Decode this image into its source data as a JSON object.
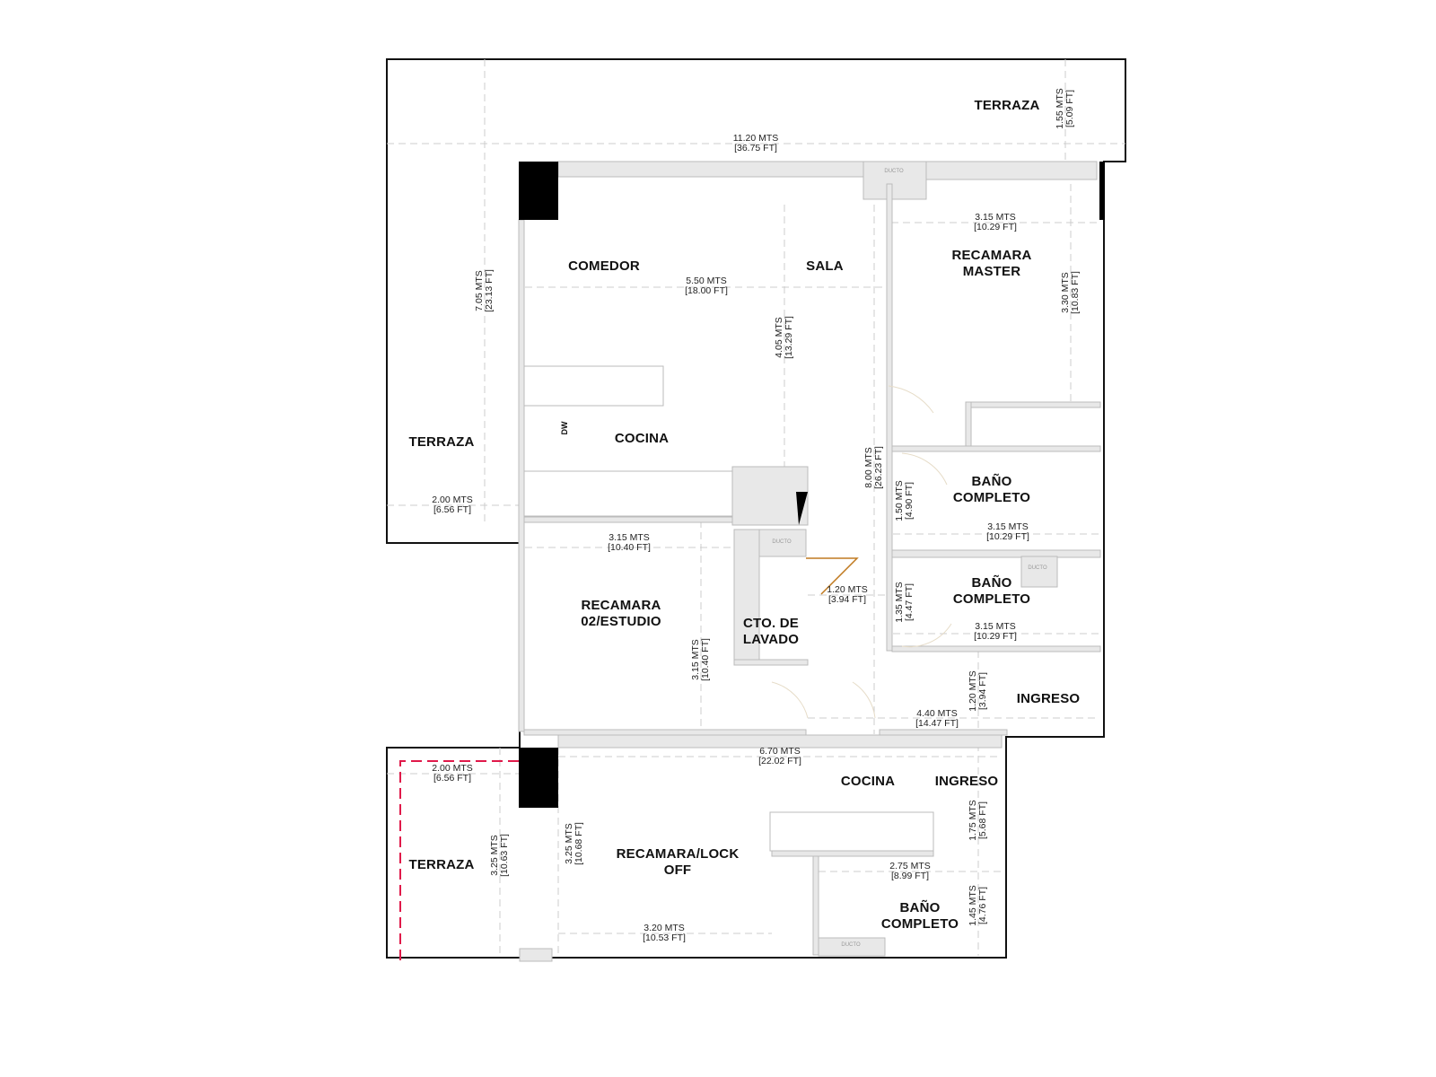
{
  "rooms": {
    "terraza_top": "TERRAZA",
    "comedor": "COMEDOR",
    "sala": "SALA",
    "recamara_master_1": "RECAMARA",
    "recamara_master_2": "MASTER",
    "cocina": "COCINA",
    "terraza_left": "TERRAZA",
    "bano1_1": "BAÑO",
    "bano1_2": "COMPLETO",
    "recamara02_1": "RECAMARA",
    "recamara02_2": "02/ESTUDIO",
    "lavado_1": "CTO. DE",
    "lavado_2": "LAVADO",
    "bano2_1": "BAÑO",
    "bano2_2": "COMPLETO",
    "ingreso": "INGRESO",
    "cocina_lockoff": "COCINA",
    "ingreso_lockoff": "INGRESO",
    "terraza_lockoff": "TERRAZA",
    "lockoff_1": "RECAMARA/LOCK",
    "lockoff_2": "OFF",
    "bano3_1": "BAÑO",
    "bano3_2": "COMPLETO",
    "dw": "DW",
    "ducto": "DUCTO"
  },
  "dimensions": [
    {
      "m": "11.20 MTS",
      "ft": "[36.75 FT]"
    },
    {
      "m": "3.15 MTS",
      "ft": "[10.29 FT]"
    },
    {
      "m": "5.50 MTS",
      "ft": "[18.00 FT]"
    },
    {
      "m": "2.00 MTS",
      "ft": "[6.56 FT]"
    },
    {
      "m": "3.15 MTS",
      "ft": "[10.29 FT]"
    },
    {
      "m": "3.15 MTS",
      "ft": "[10.40 FT]"
    },
    {
      "m": "1.20 MTS",
      "ft": "[3.94 FT]"
    },
    {
      "m": "3.15 MTS",
      "ft": "[10.29 FT]"
    },
    {
      "m": "4.40 MTS",
      "ft": "[14.47 FT]"
    },
    {
      "m": "6.70 MTS",
      "ft": "[22.02 FT]"
    },
    {
      "m": "2.00 MTS",
      "ft": "[6.56 FT]"
    },
    {
      "m": "2.75 MTS",
      "ft": "[8.99 FT]"
    },
    {
      "m": "3.20 MTS",
      "ft": "[10.53 FT]"
    },
    {
      "m": "1.55 MTS",
      "ft": "[5.09 FT]"
    },
    {
      "m": "7.05 MTS",
      "ft": "[23.13 FT]"
    },
    {
      "m": "3.30 MTS",
      "ft": "[10.83 FT]"
    },
    {
      "m": "4.05 MTS",
      "ft": "[13.29 FT]"
    },
    {
      "m": "8.00 MTS",
      "ft": "[26.23 FT]"
    },
    {
      "m": "1.50 MTS",
      "ft": "[4.90 FT]"
    },
    {
      "m": "1.35 MTS",
      "ft": "[4.47 FT]"
    },
    {
      "m": "3.15 MTS",
      "ft": "[10.40 FT]"
    },
    {
      "m": "1.20 MTS",
      "ft": "[3.94 FT]"
    },
    {
      "m": "1.75 MTS",
      "ft": "[5.68 FT]"
    },
    {
      "m": "3.25 MTS",
      "ft": "[10.68 FT]"
    },
    {
      "m": "3.25 MTS",
      "ft": "[10.63 FT]"
    },
    {
      "m": "1.45 MTS",
      "ft": "[4.76 FT]"
    }
  ],
  "colors": {
    "outline": "#111111",
    "wall": "#d9d9d9",
    "column": "#000000",
    "terrace_limit": "#e0194a",
    "door": "#c07a20"
  }
}
